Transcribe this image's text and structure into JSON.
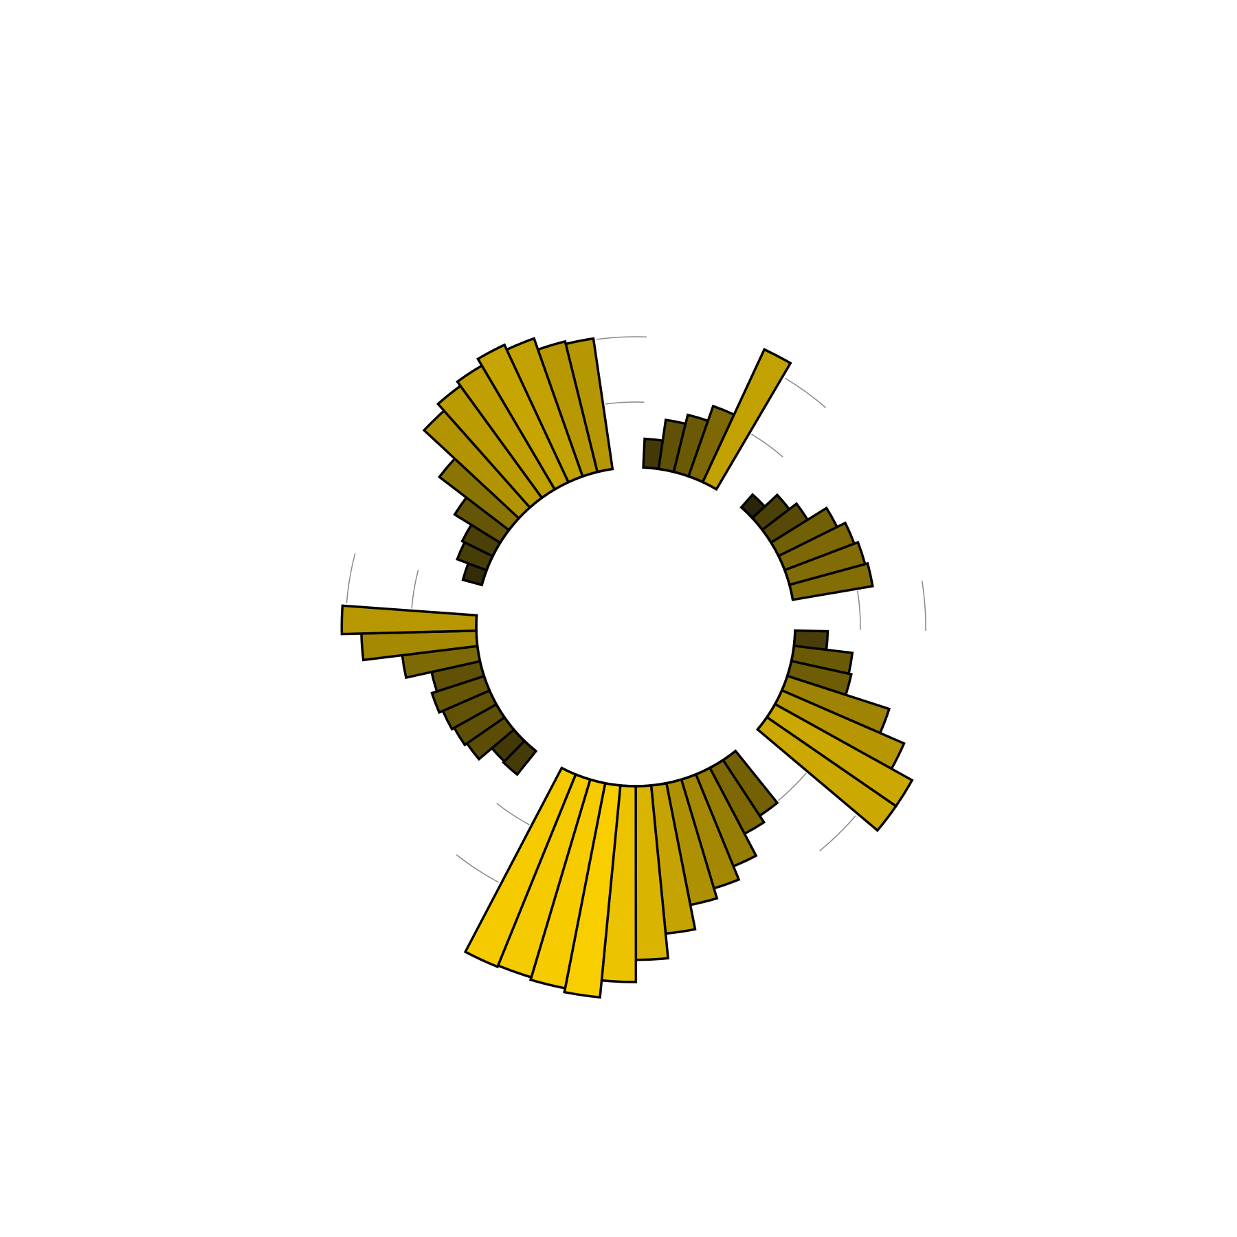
{
  "chart_data": {
    "type": "bar",
    "subtype": "circular-bar",
    "title": "",
    "xlabel": "",
    "ylabel": "",
    "tick_labels_shown": false,
    "legend": "none",
    "grid": true,
    "colors": {
      "low": "#2a2508",
      "high": "#f9ce00",
      "outline": "#000000",
      "grid": "#888888",
      "background": "#ffffff"
    },
    "groups": [
      {
        "name": "",
        "values": [
          22,
          38,
          45,
          57,
          112
        ]
      },
      {
        "name": "",
        "values": [
          13,
          26,
          33,
          50,
          57,
          60,
          62
        ]
      },
      {
        "name": "",
        "values": [
          25,
          45,
          47,
          82,
          102,
          120,
          120
        ]
      },
      {
        "name": "",
        "values": [
          51,
          57,
          76,
          87,
          95,
          114,
          133,
          150,
          163,
          160,
          158,
          159
        ]
      },
      {
        "name": "",
        "values": [
          23,
          22,
          35,
          37,
          39,
          42,
          38,
          58,
          88,
          103
        ]
      },
      {
        "name": "",
        "values": [
          15,
          24,
          26,
          41,
          67,
          99,
          106,
          110,
          116,
          112,
          103,
          101
        ]
      }
    ]
  }
}
